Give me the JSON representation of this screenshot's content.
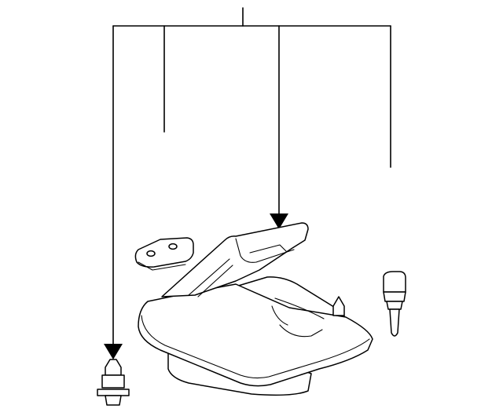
{
  "diagram": {
    "type": "exploded-parts-view",
    "colors": {
      "line": "#000000",
      "background": "#ffffff"
    },
    "parts": [
      "console-lid-pad",
      "console-armrest-assembly",
      "center-console-box",
      "push-clip",
      "plug-fastener"
    ]
  }
}
